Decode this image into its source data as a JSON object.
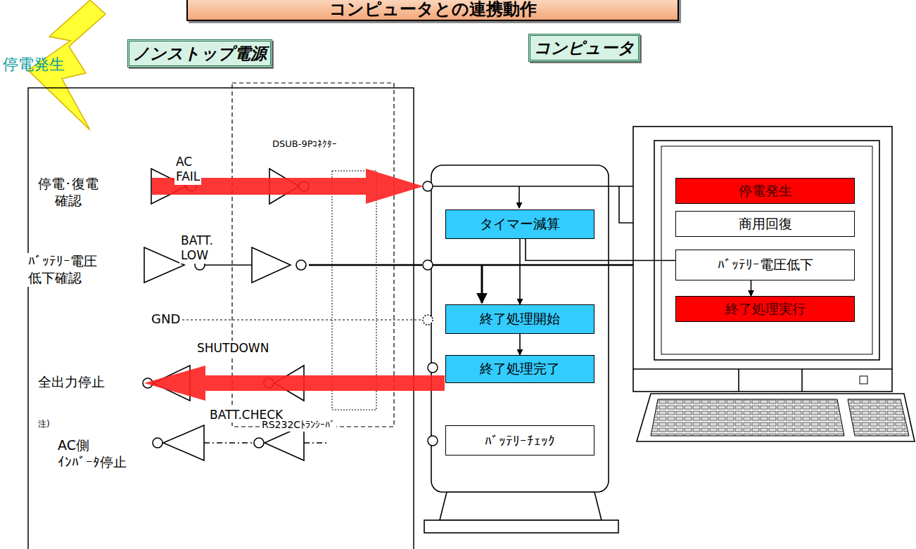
{
  "diagram": {
    "title": "コンピュータとの連携動作",
    "nodes": [
      {
        "text": [
          "ノンストップ電源"
        ]
      },
      {
        "text": [
          "コンピュータ"
        ]
      },
      {
        "text": [
          "タイマー減算"
        ]
      },
      {
        "text": [
          "終了処理開始"
        ]
      },
      {
        "text": [
          "終了処理完了"
        ]
      },
      {
        "text": [
          "ﾊﾞｯﾃﾘｰﾁｪｯｸ"
        ]
      },
      {
        "text": [
          "停電発生"
        ]
      },
      {
        "text": [
          "商用回復"
        ]
      },
      {
        "text": [
          "ﾊﾞｯﾃﾘｰ電圧低下"
        ]
      },
      {
        "text": [
          "終了処理実行"
        ]
      }
    ],
    "edges": [
      {
        "from": 2,
        "to": 3,
        "arrow": "to"
      },
      {
        "from": 3,
        "to": 4,
        "arrow": "to"
      },
      {
        "from": 2,
        "to": 9,
        "arrow": "to"
      }
    ],
    "labels": [
      "停電発生",
      "DSUB-9Pｺﾈｸﾀｰ",
      "AC FAIL",
      "停電･復電 確認",
      "BATT. LOW",
      "ﾊﾞｯﾃﾘｰ電圧 低下確認",
      "GND",
      "SHUTDOWN",
      "全出力停止",
      "注)",
      "BATT.CHECK",
      "AC側 ｲﾝﾊﾞｰﾀ停止",
      "RS232Cﾄﾗﾝｼｰﾊﾞ"
    ]
  }
}
